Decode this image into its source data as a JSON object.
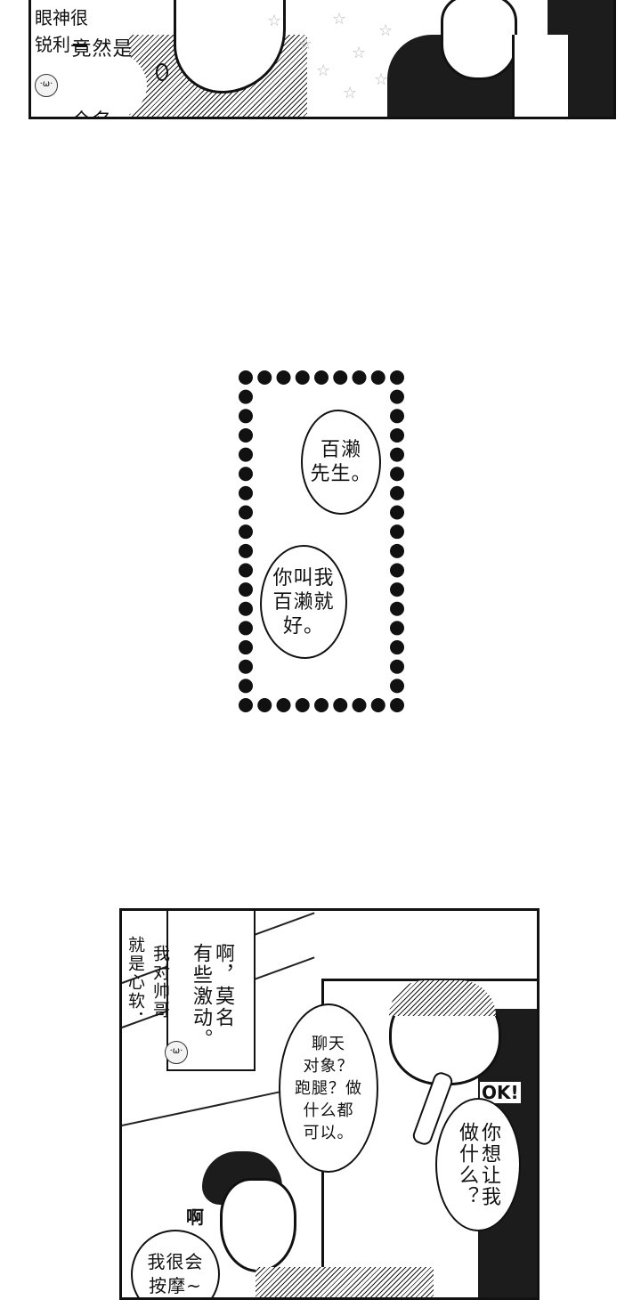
{
  "panel1": {
    "caption_line1": "眼神很",
    "caption_line2": "锐利—",
    "bubble_line1": "竟然是",
    "bubble_line2": "全名。"
  },
  "panel2": {
    "bubble_top": "百濑\n先生。",
    "bubble_bottom": "你叫我\n百濑就\n好。"
  },
  "panel3": {
    "narration_outer": "就是心软．",
    "narration_mid": "我对帅哥",
    "narration_right": "啊，莫名\n有些激动。",
    "bubble_chat": "聊天\n对象？\n跑腿？做\n什么都\n可以。",
    "ok_text": "OK!",
    "bubble_question": "你想让我\n做什么？",
    "gasp_text": "啊",
    "bubble_massage": "我很会\n按摩~"
  },
  "colors": {
    "ink": "#111111",
    "paper": "#ffffff",
    "screentone": "#bbbbbb"
  }
}
